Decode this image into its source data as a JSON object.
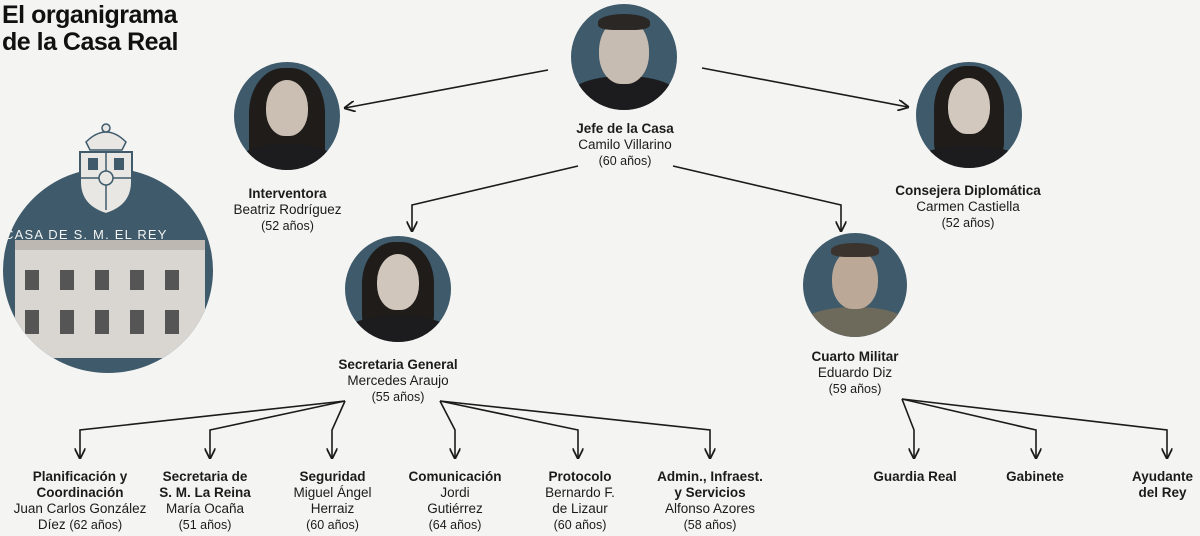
{
  "title": {
    "line1": "El organigrama",
    "line2": "de la Casa Real"
  },
  "logo_text": "CASA DE S. M. EL REY",
  "colors": {
    "photo_bg": "#3e5a6b",
    "line": "#1b1b1b",
    "background": "#f4f4f2"
  },
  "nodes": {
    "jefe": {
      "role": "Jefe de la Casa",
      "name": "Camilo Villarino",
      "age": "(60 años)"
    },
    "interventora": {
      "role": "Interventora",
      "name": "Beatriz Rodríguez",
      "age": "(52 años)"
    },
    "consejera": {
      "role": "Consejera Diplomática",
      "name": "Carmen Castiella",
      "age": "(52 años)"
    },
    "secretaria": {
      "role": "Secretaria General",
      "name": "Mercedes Araujo",
      "age": "(55 años)"
    },
    "cuarto": {
      "role": "Cuarto Militar",
      "name": "Eduardo Diz",
      "age": "(59 años)"
    }
  },
  "leaves": {
    "planificacion": {
      "role1": "Planificación y",
      "role2": "Coordinación",
      "name1": "Juan Carlos González",
      "name2": "Díez",
      "age": "(62 años)"
    },
    "secretaria_reina": {
      "role1": "Secretaria de",
      "role2": "S. M. La Reina",
      "name1": "María Ocaña",
      "age": "(51 años)"
    },
    "seguridad": {
      "role1": "Seguridad",
      "name1": "Miguel Ángel",
      "name2": "Herraiz",
      "age": "(60 años)"
    },
    "comunicacion": {
      "role1": "Comunicación",
      "name1": "Jordi",
      "name2": "Gutiérrez",
      "age": "(64 años)"
    },
    "protocolo": {
      "role1": "Protocolo",
      "name1": "Bernardo F.",
      "name2": "de Lizaur",
      "age": "(60 años)"
    },
    "admin": {
      "role1": "Admin., Infraest.",
      "role2": "y Servicios",
      "name1": "Alfonso Azores",
      "age": "(58 años)"
    },
    "guardia": {
      "role1": "Guardia Real"
    },
    "gabinete": {
      "role1": "Gabinete"
    },
    "ayudante": {
      "role1": "Ayudante",
      "role2": "del Rey"
    }
  }
}
